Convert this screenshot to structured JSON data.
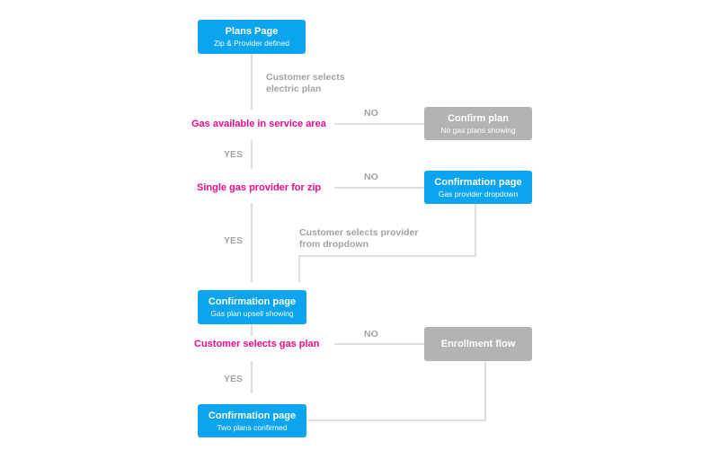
{
  "nodes": {
    "plans_page": {
      "title": "Plans Page",
      "sub": "Zip & Provider defined"
    },
    "confirm_plan": {
      "title": "Confirm plan",
      "sub": "No gas plans showing"
    },
    "confirmation_dropdown": {
      "title": "Confirmation page",
      "sub": "Gas provider dropdown"
    },
    "confirmation_upsell": {
      "title": "Confirmation page",
      "sub": "Gas plan upsell showing"
    },
    "enrollment_flow": {
      "title": "Enrollment flow"
    },
    "confirmation_two_plans": {
      "title": "Confirmation page",
      "sub": "Two plans confirmed"
    }
  },
  "decisions": {
    "gas_available": "Gas available in service area",
    "single_provider": "Single gas provider for zip",
    "selects_gas_plan": "Customer selects gas plan"
  },
  "labels": {
    "selects_electric_1": "Customer selects",
    "selects_electric_2": "electric plan",
    "selects_provider_1": "Customer selects provider",
    "selects_provider_2": "from dropdown",
    "no": "NO",
    "yes": "YES"
  },
  "colors": {
    "node_blue": "#0aa5ee",
    "node_gray": "#b3b3b3",
    "decision_magenta": "#ee0c8c",
    "label_gray": "#a3a3a3",
    "line_gray": "#bdbdbd"
  }
}
